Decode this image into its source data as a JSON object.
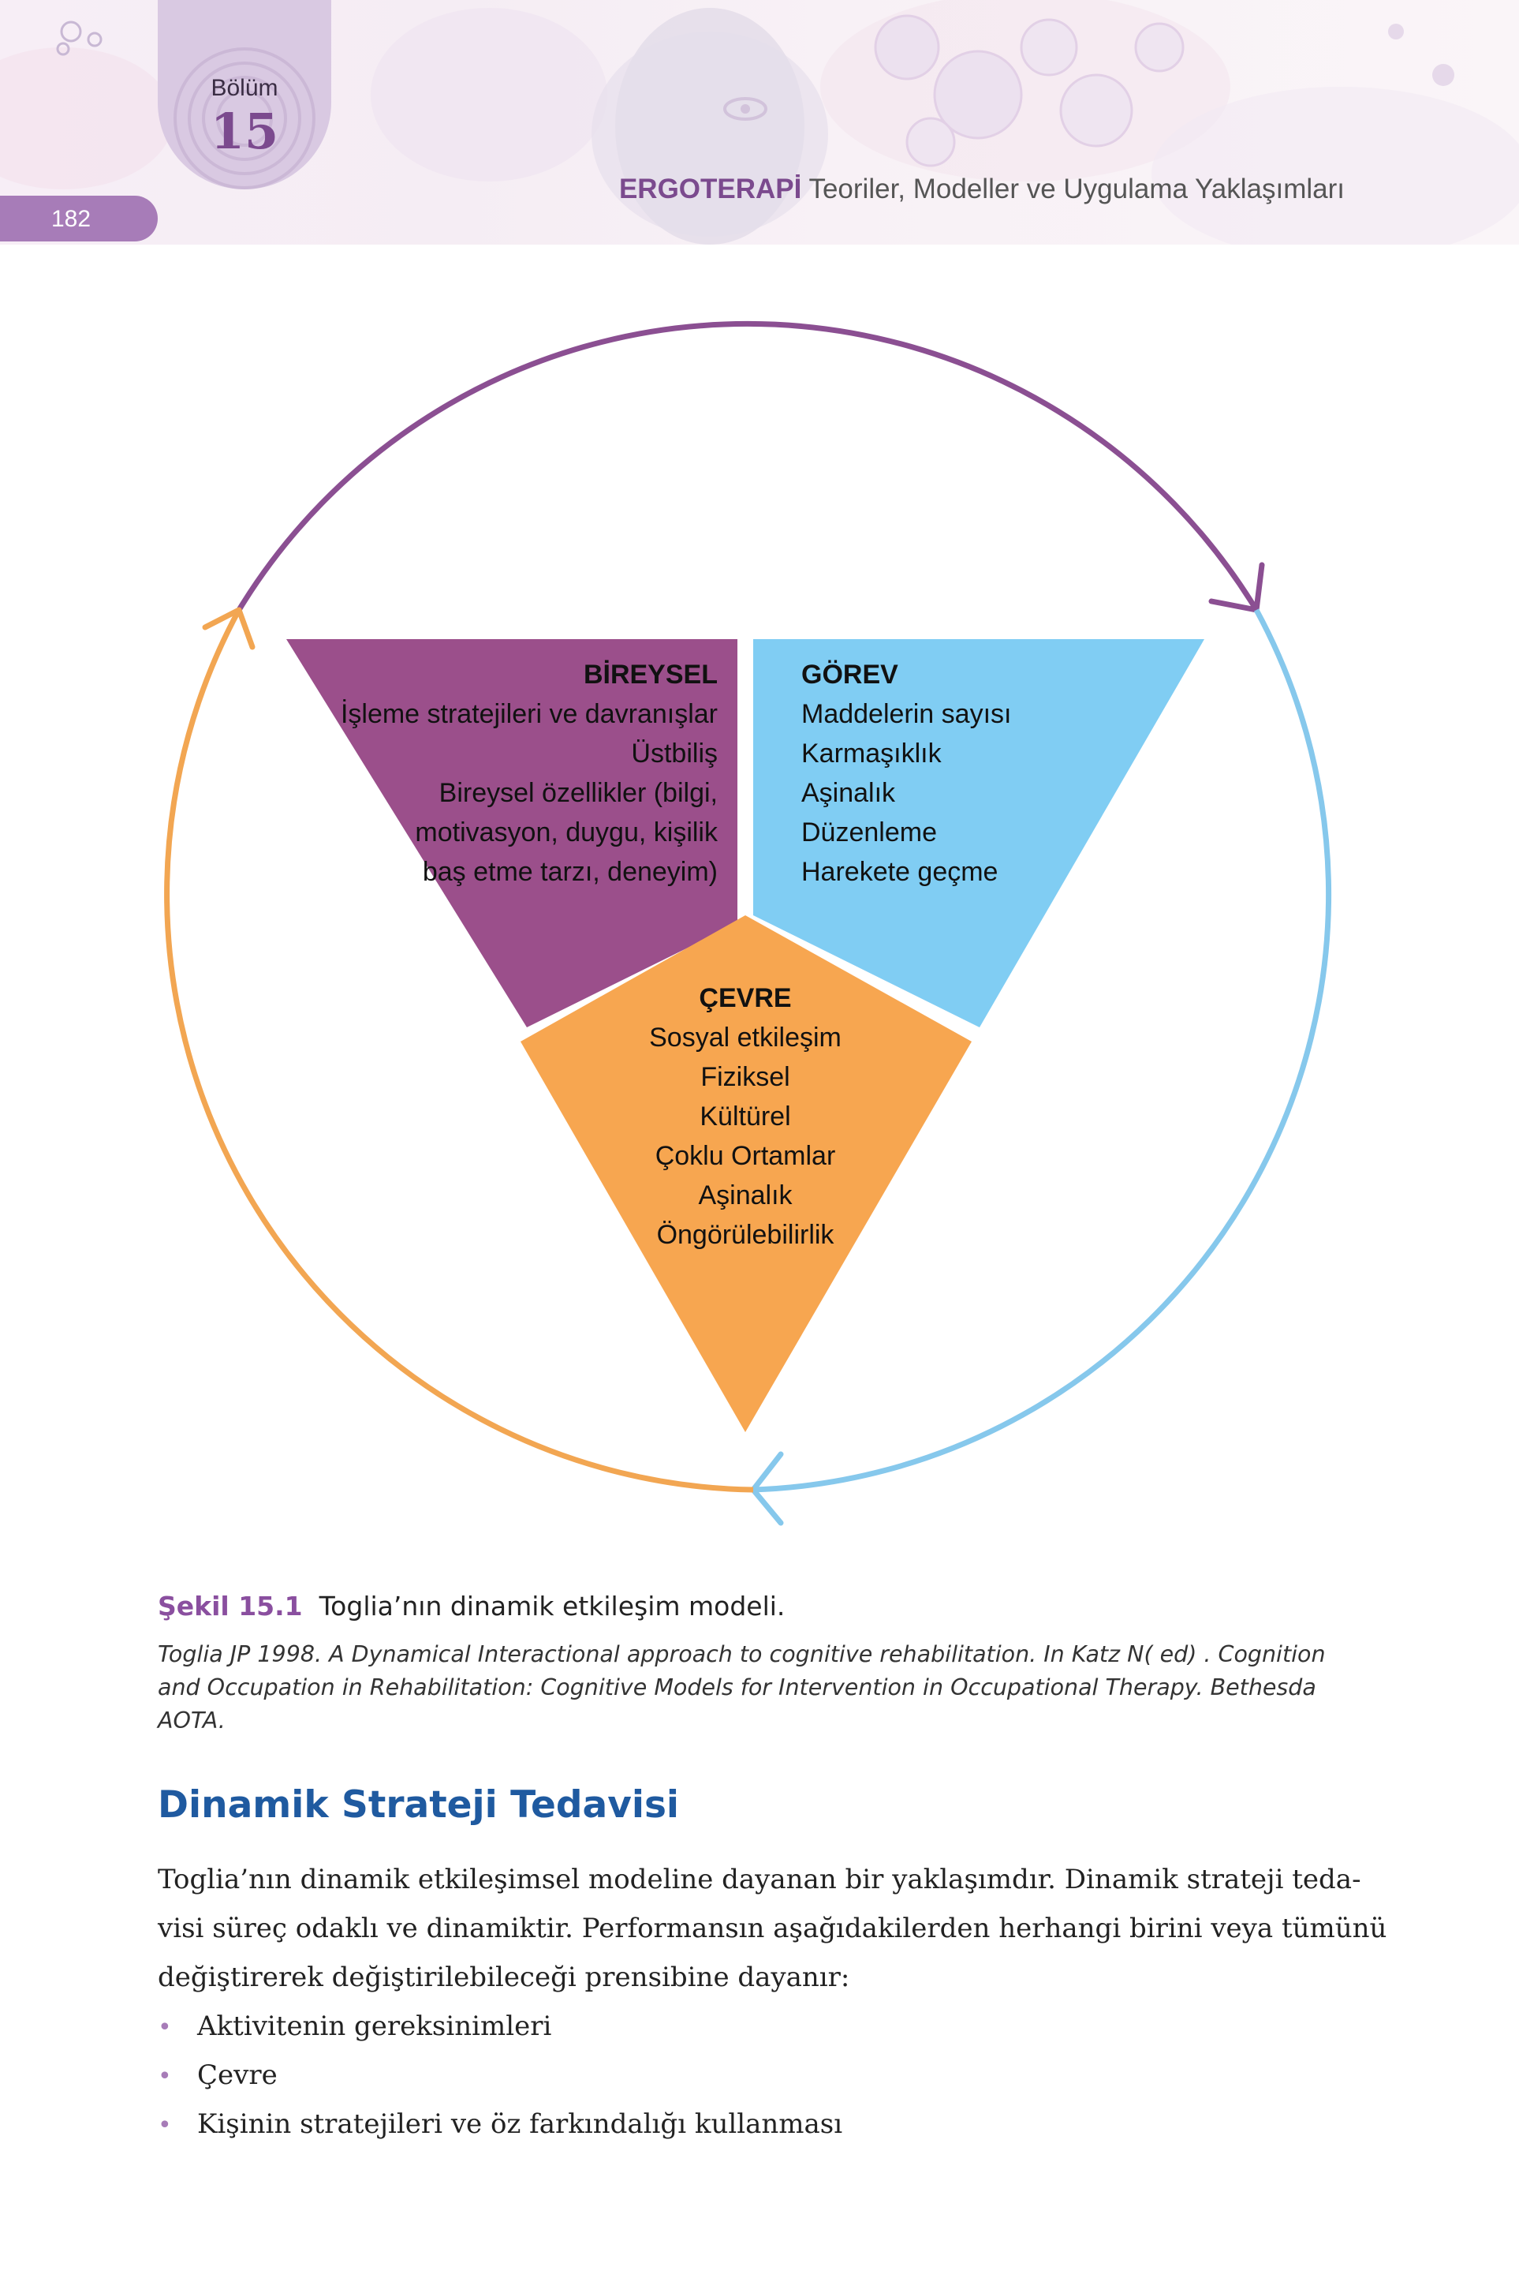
{
  "header": {
    "chapter_label": "Bölüm",
    "chapter_number": "15",
    "page_number": "182",
    "running_head_brand": "ERGOTERAPİ",
    "running_head_rest": "Teoriler, Modeller ve Uygulama Yaklaşımları"
  },
  "diagram": {
    "individual": {
      "title": "BİREYSEL",
      "lines": [
        "İşleme stratejileri ve davranışlar",
        "Üstbiliş",
        "Bireysel özellikler (bilgi,",
        "motivasyon, duygu, kişilik",
        "baş etme tarzı, deneyim)"
      ]
    },
    "task": {
      "title": "GÖREV",
      "lines": [
        "Maddelerin sayısı",
        "Karmaşıklık",
        "Aşinalık",
        "Düzenleme",
        "Harekete geçme"
      ]
    },
    "environment": {
      "title": "ÇEVRE",
      "lines": [
        "Sosyal etkileşim",
        "Fiziksel",
        "Kültürel",
        "Çoklu Ortamlar",
        "Aşinalık",
        "Öngörülebilirlik"
      ]
    },
    "colors": {
      "individual": "#9b4f8b",
      "task": "#80cdf3",
      "environment": "#f7a650",
      "arc_top": "#8b4f92",
      "arc_right": "#86c8ec",
      "arc_left": "#f2a652"
    }
  },
  "caption": {
    "label": "Şekil 15.1",
    "text": "Toglia’nın dinamik etkileşim modeli.",
    "citation_lines": [
      "Toglia JP 1998. A Dynamical Interactional approach to cognitive rehabilitation. In Katz N( ed) . Cognition",
      "and Occupation in Rehabilitation: Cognitive Models for Intervention in Occupational Therapy. Bethesda",
      "AOTA."
    ]
  },
  "section": {
    "heading": "Dinamik Strateji Tedavisi",
    "paragraph_lines": [
      "Toglia’nın dinamik etkileşimsel modeline dayanan bir yaklaşımdır. Dinamik strateji teda-",
      "visi süreç odaklı ve dinamiktir. Performansın aşağıdakilerden herhangi birini veya tümünü",
      "değiştirerek değiştirilebileceği prensibine dayanır:"
    ],
    "bullets": [
      "Aktivitenin gereksinimleri",
      "Çevre",
      "Kişinin stratejileri ve öz farkındalığı kullanması"
    ],
    "bullet_symbol": "•"
  }
}
